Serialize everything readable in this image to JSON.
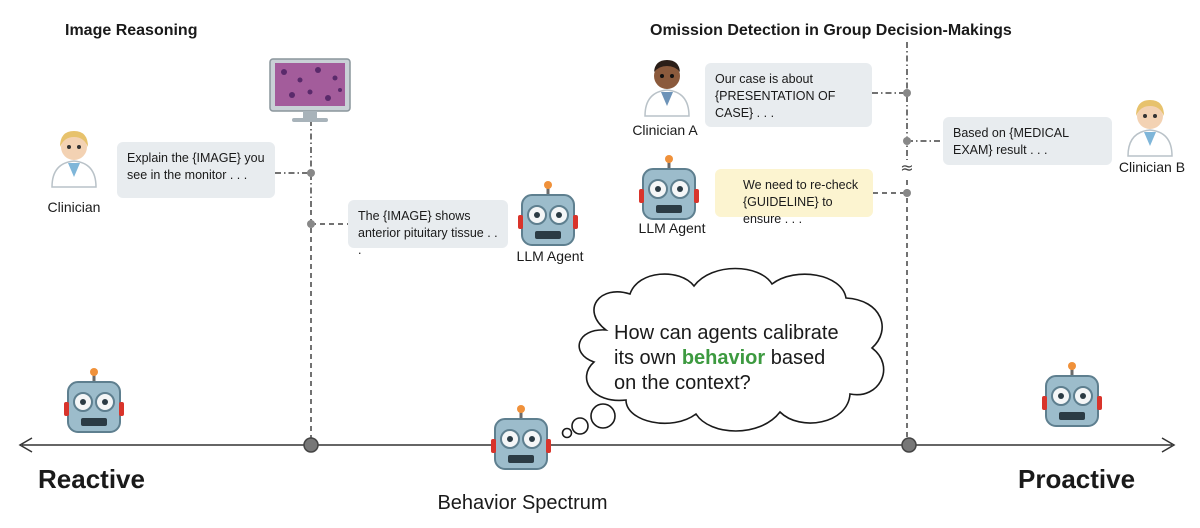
{
  "left_panel": {
    "title": "Image Reasoning",
    "clinician_label": "Clinician",
    "clinician_bubble": "Explain the {IMAGE} you see in the monitor . . .",
    "agent_bubble": "The {IMAGE} shows anterior pituitary tissue . . .",
    "agent_label": "LLM Agent"
  },
  "right_panel": {
    "title": "Omission Detection in Group Decision-Makings",
    "clinician_a_label": "Clinician A",
    "clinician_a_bubble": "Our case is about {PRESENTATION OF CASE} . . .",
    "clinician_b_label": "Clinician B",
    "clinician_b_bubble": "Based on {MEDICAL EXAM} result . . .",
    "agent_label": "LLM Agent",
    "agent_bubble": "We need to re-check {GUIDELINE} to ensure . . .",
    "gap_marker": "≈"
  },
  "thought": {
    "line1": "How can agents calibrate",
    "line2_pre": "its own ",
    "line2_accent": "behavior",
    "line2_post": " based",
    "line3": "on the context?"
  },
  "axis": {
    "left_label": "Reactive",
    "right_label": "Proactive",
    "center_label": "Behavior Spectrum"
  },
  "icons": [
    "clinician-female-icon",
    "monitor-histology-icon",
    "robot-icon",
    "clinician-male-icon",
    "warning-icon"
  ],
  "colors": {
    "accent_green": "#3d9a40",
    "bubble_gray": "#e8ecef",
    "bubble_yellow": "#fcf4d0",
    "warning_red": "#d9342b",
    "robot_body": "#8fb3c4"
  }
}
